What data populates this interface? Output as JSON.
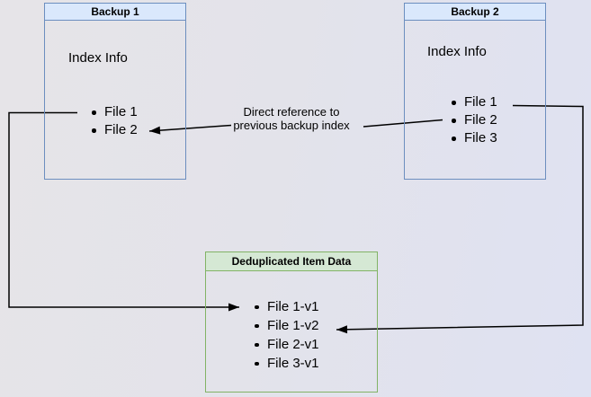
{
  "colors": {
    "blue-border": "#6c8ebf",
    "blue-fill": "#dae8fc",
    "green-border": "#82b366",
    "green-fill": "#d5e8d4",
    "arrow": "#000000"
  },
  "backup1": {
    "title": "Backup 1",
    "section_label": "Index Info",
    "files": [
      "File 1",
      "File 2"
    ]
  },
  "backup2": {
    "title": "Backup 2",
    "section_label": "Index Info",
    "files": [
      "File 1",
      "File 2",
      "File 3"
    ]
  },
  "dedup": {
    "title": "Deduplicated Item Data",
    "items": [
      "File 1-v1",
      "File 1-v2",
      "File 2-v1",
      "File 3-v1"
    ]
  },
  "annotation": {
    "text": "Direct reference to\nprevious backup index"
  }
}
